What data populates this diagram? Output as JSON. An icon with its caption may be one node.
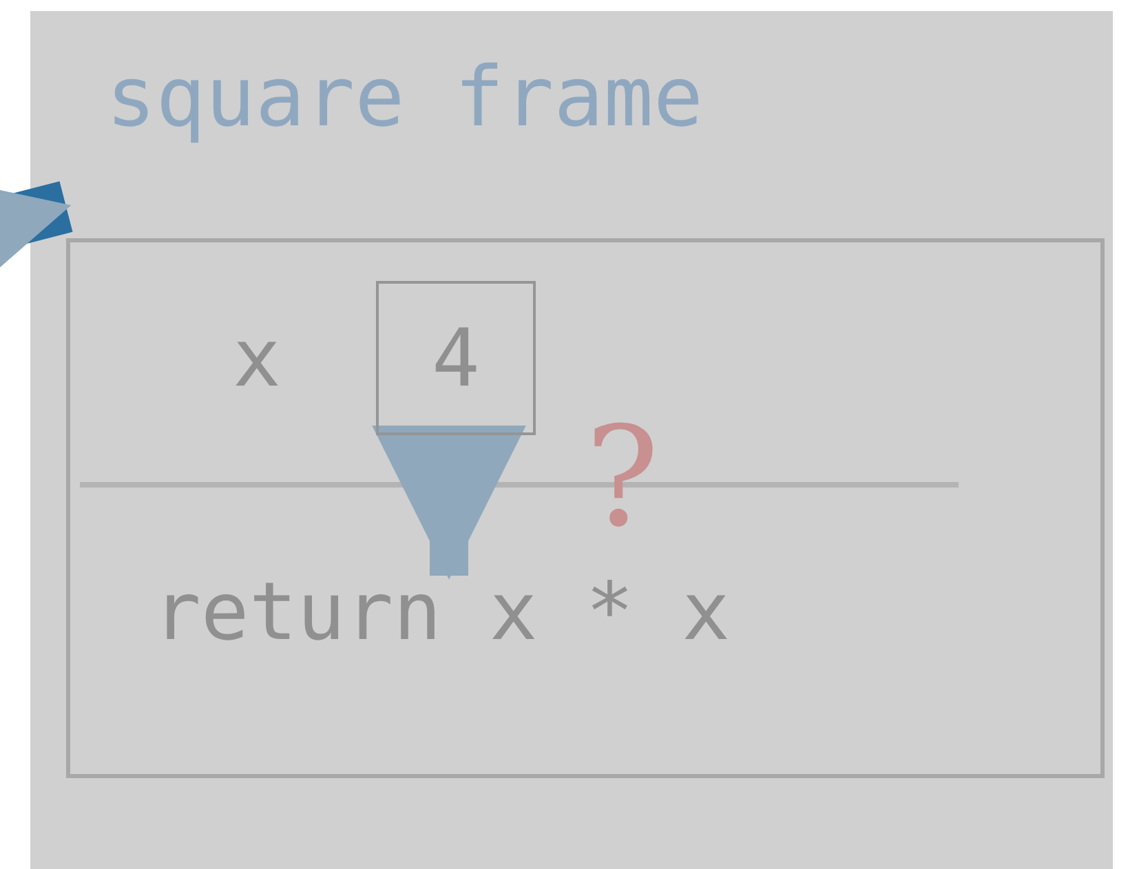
{
  "diagram": {
    "nodes": [
      {
        "text": [
          "square frame"
        ]
      },
      {
        "text": [
          "4"
        ],
        "in": 0,
        "beside": [
          "x"
        ]
      },
      {
        "text": [
          "return x * x"
        ],
        "in": 0
      }
    ],
    "edges": [
      {
        "from": 1,
        "to": 2,
        "arrow": "to"
      },
      {
        "from": null,
        "to": 0,
        "arrow": "to",
        "color": "#2a6fa0"
      }
    ],
    "labels": [
      "?"
    ]
  }
}
